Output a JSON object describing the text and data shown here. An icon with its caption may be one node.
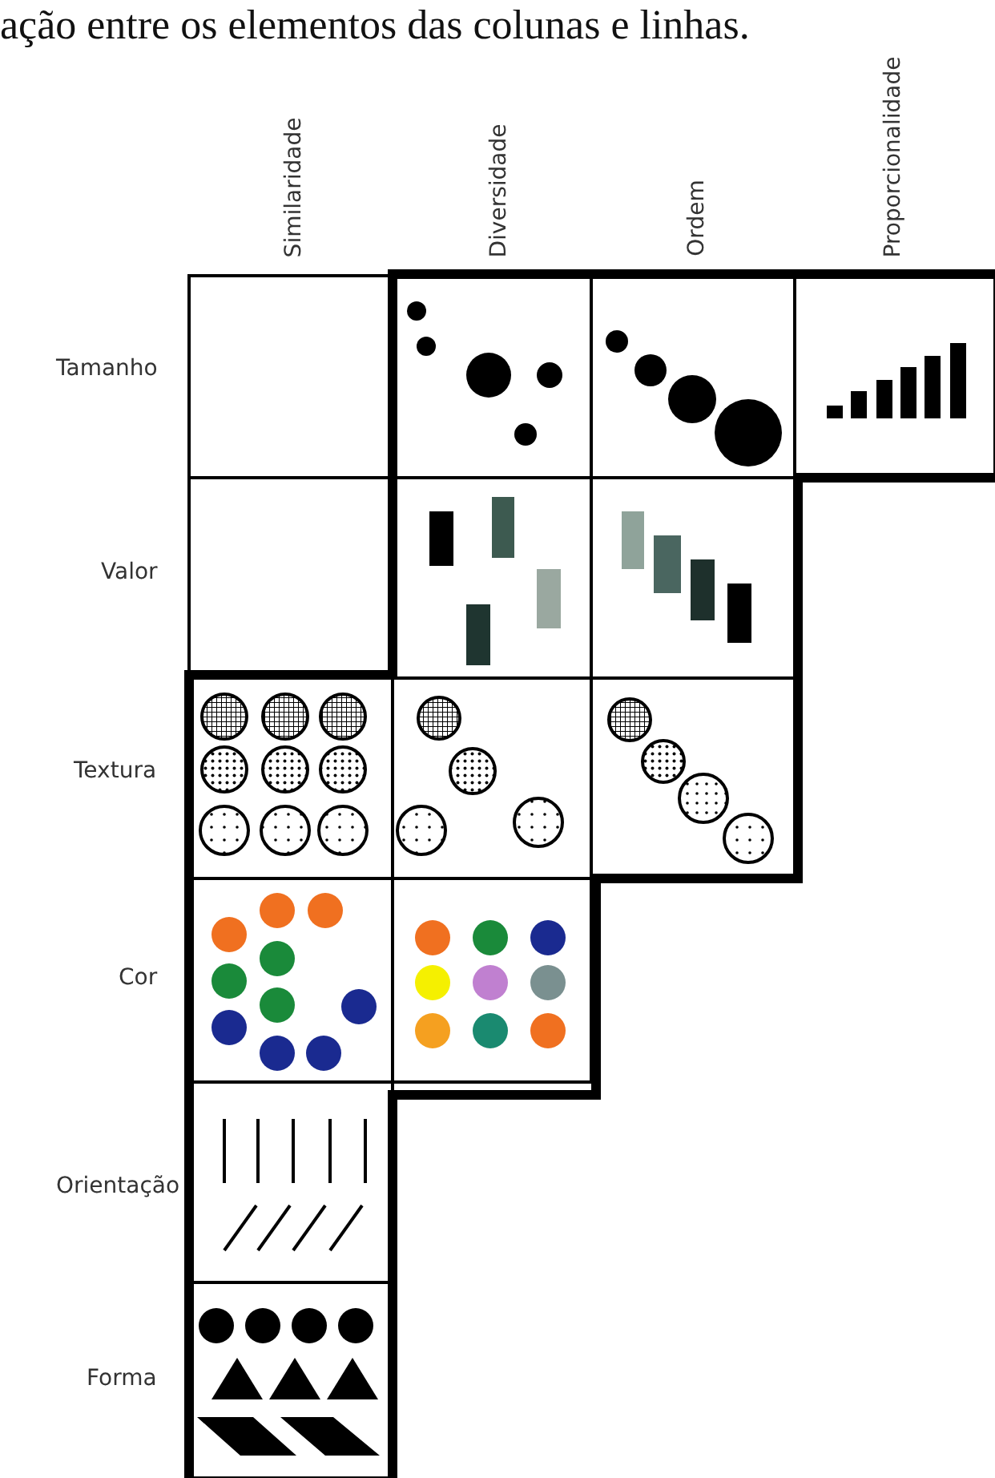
{
  "diagram": {
    "labels": [
      "ação entre os elementos das colunas e linhas.",
      "Similaridade",
      "Diversidade",
      "Ordem",
      "Proporcionalidade",
      "Tamanho",
      "Valor",
      "Textura",
      "Cor",
      "Orientação",
      "Forma"
    ]
  }
}
